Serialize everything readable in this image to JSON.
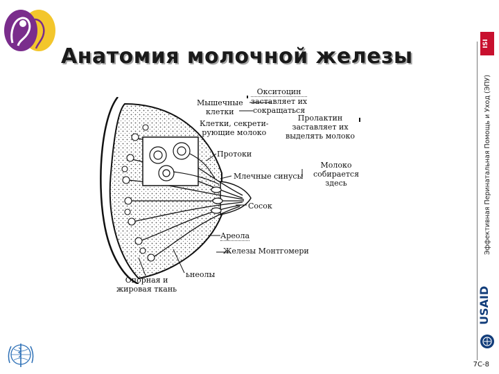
{
  "title": "Анатомия молочной железы",
  "sidebar": {
    "vertical_text": "Эффективная Перинатальная Помощь и Уход (ЭПУ)",
    "slide_number": "7С-8",
    "usaid_logo_text": "USAID"
  },
  "diagram": {
    "labels": {
      "oxytocin": [
        "Окситоцин",
        "заставляет их",
        "сокращаться"
      ],
      "muscle_cells": [
        "Мышечные",
        "клетки"
      ],
      "prolactin": [
        "Пролактин",
        "заставляет их",
        "выделять молоко"
      ],
      "secreting_cells": [
        "Клетки, секрети-",
        "рующие молоко"
      ],
      "ducts": "Протоки",
      "milk_sinuses": "Млечные синусы",
      "milk_collects": [
        "Молоко",
        "собирается",
        "здесь"
      ],
      "nipple": "Сосок",
      "areola": "Ареола",
      "montgomery_glands": "Железы Монтгомери",
      "supporting_tissue": [
        "Опорная и",
        "жировая ткань"
      ],
      "areolae": "ьнеолы"
    }
  },
  "colors": {
    "accent_purple": "#7a2d8c",
    "accent_yellow": "#f3c62c",
    "usaid_blue": "#123d7a",
    "logo_red": "#c8102e"
  }
}
